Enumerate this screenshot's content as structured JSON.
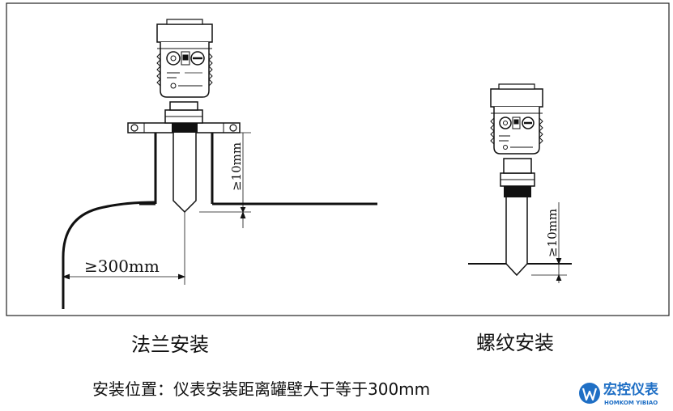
{
  "labels": {
    "dim_flange_clearance": "≥10mm",
    "dim_wall_distance": "≥300mm",
    "caption_flange": "法兰安装",
    "dim_thread_clearance": "≥10mm",
    "caption_thread": "螺纹安装",
    "note": "安装位置：仪表安装距离罐壁大于等于300mm"
  },
  "logo": {
    "name_cn": "宏控仪表",
    "name_en": "HOMKOM YIBIAO",
    "color": "#1f6fc5"
  }
}
